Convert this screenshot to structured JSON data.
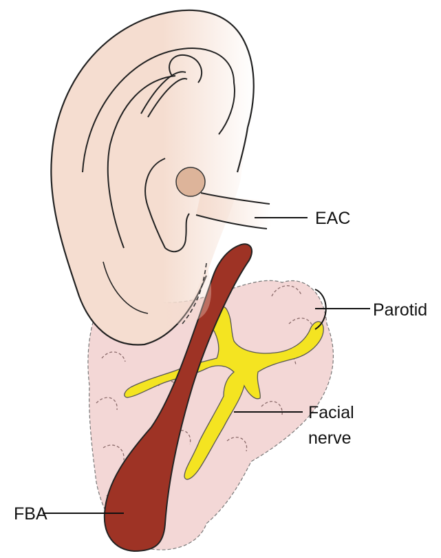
{
  "labels": {
    "eac": "EAC",
    "parotid": "Parotid",
    "facial_nerve_line1": "Facial",
    "facial_nerve_line2": "nerve",
    "fba": "FBA"
  },
  "colors": {
    "ear_skin": "#f5ddd0",
    "tragus_node": "#ddb49a",
    "parotid_tissue": "#f3d7d6",
    "parotid_lobule_line": "#8a6a6a",
    "fba_fill": "#9e3325",
    "facial_nerve_fill": "#f4e421",
    "outline": "#222222",
    "label_text": "#111111"
  }
}
